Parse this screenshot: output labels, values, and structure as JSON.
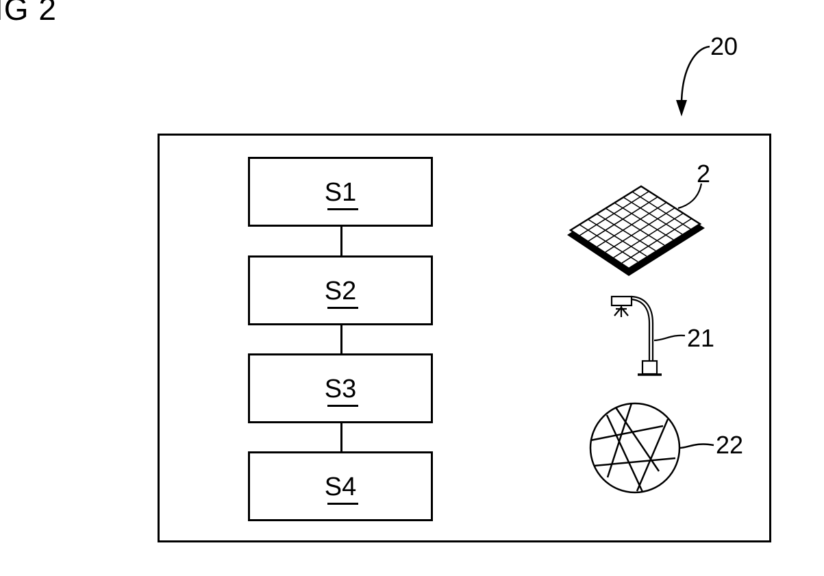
{
  "figure": {
    "title": "IG 2",
    "system_label": "20"
  },
  "flow": {
    "steps": [
      {
        "label": "S1"
      },
      {
        "label": "S2"
      },
      {
        "label": "S3"
      },
      {
        "label": "S4"
      }
    ]
  },
  "components": {
    "grid_element": {
      "label": "2",
      "icon": "grid-panel-icon"
    },
    "light_source": {
      "label": "21",
      "icon": "gooseneck-lamp-icon"
    },
    "camera": {
      "label": "22",
      "icon": "camera-shutter-icon"
    }
  }
}
